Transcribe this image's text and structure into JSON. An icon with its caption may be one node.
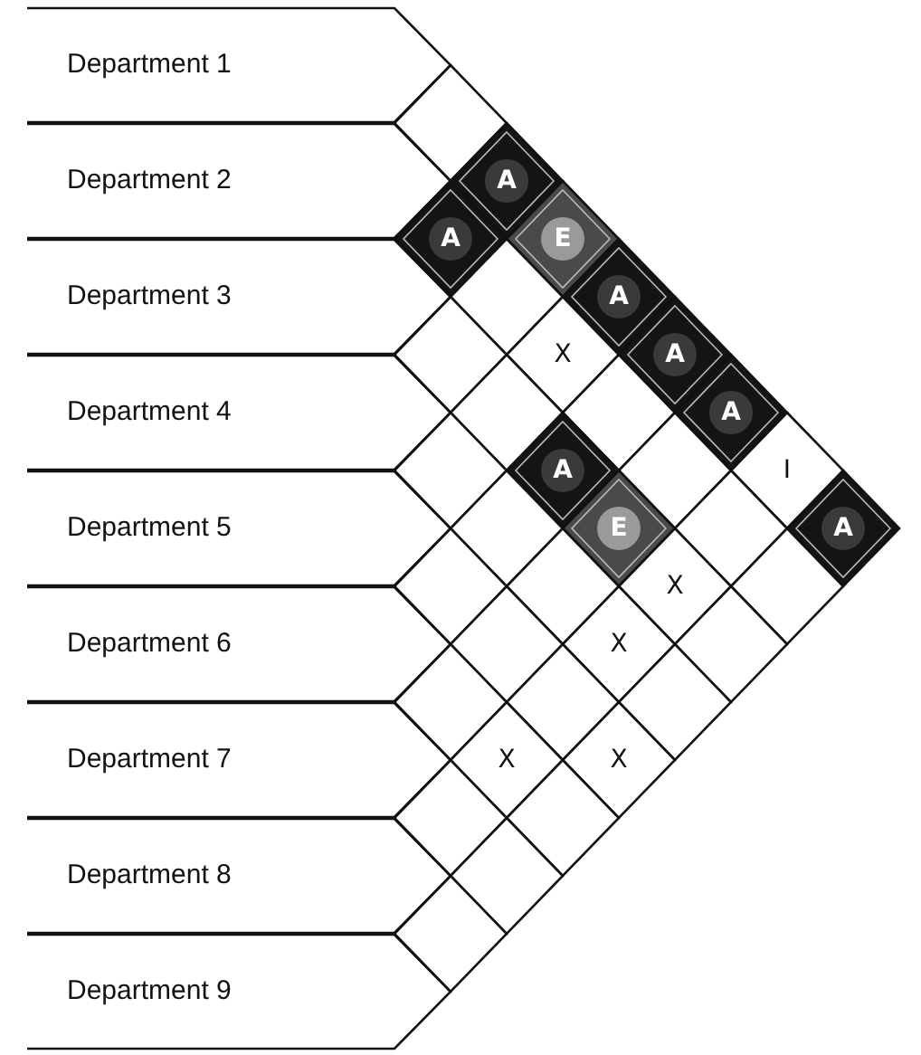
{
  "diagram": {
    "nodes": [
      {
        "text": [
          "Department 1"
        ]
      },
      {
        "text": [
          "Department 2"
        ]
      },
      {
        "text": [
          "Department 3"
        ]
      },
      {
        "text": [
          "Department 4"
        ]
      },
      {
        "text": [
          "Department 5"
        ]
      },
      {
        "text": [
          "Department 6"
        ]
      },
      {
        "text": [
          "Department 7"
        ]
      },
      {
        "text": [
          "Department 8"
        ]
      },
      {
        "text": [
          "Department 9"
        ]
      },
      {
        "text": [],
        "shape": "diamond"
      },
      {
        "text": [
          "A"
        ]
      },
      {
        "text": [
          "A"
        ]
      },
      {
        "text": [
          "E"
        ]
      },
      {
        "text": [],
        "shape": "diamond"
      },
      {
        "text": [
          "A"
        ]
      },
      {
        "text": [],
        "shape": "diamond"
      },
      {
        "text": [
          "X"
        ]
      },
      {
        "text": [
          "A"
        ]
      },
      {
        "text": [],
        "shape": "diamond"
      },
      {
        "text": [],
        "shape": "diamond"
      },
      {
        "text": [
          "A"
        ]
      },
      {
        "text": [],
        "shape": "diamond"
      },
      {
        "text": [
          "A"
        ]
      },
      {
        "text": [],
        "shape": "diamond"
      },
      {
        "text": [
          "I"
        ]
      },
      {
        "text": [],
        "shape": "diamond"
      },
      {
        "text": [
          "E"
        ]
      },
      {
        "text": [],
        "shape": "diamond"
      },
      {
        "text": [
          "A"
        ]
      },
      {
        "text": [],
        "shape": "diamond"
      },
      {
        "text": [],
        "shape": "diamond"
      },
      {
        "text": [
          "X"
        ]
      },
      {
        "text": [],
        "shape": "diamond"
      },
      {
        "text": [],
        "shape": "diamond"
      },
      {
        "text": [
          "X"
        ]
      },
      {
        "text": [],
        "shape": "diamond"
      },
      {
        "text": [],
        "shape": "diamond"
      },
      {
        "text": [],
        "shape": "diamond"
      },
      {
        "text": [],
        "shape": "diamond"
      },
      {
        "text": [
          "X"
        ]
      },
      {
        "text": [
          "X"
        ]
      },
      {
        "text": [],
        "shape": "diamond"
      },
      {
        "text": [],
        "shape": "diamond"
      },
      {
        "text": [],
        "shape": "diamond"
      },
      {
        "text": [],
        "shape": "diamond"
      }
    ],
    "edges": []
  }
}
